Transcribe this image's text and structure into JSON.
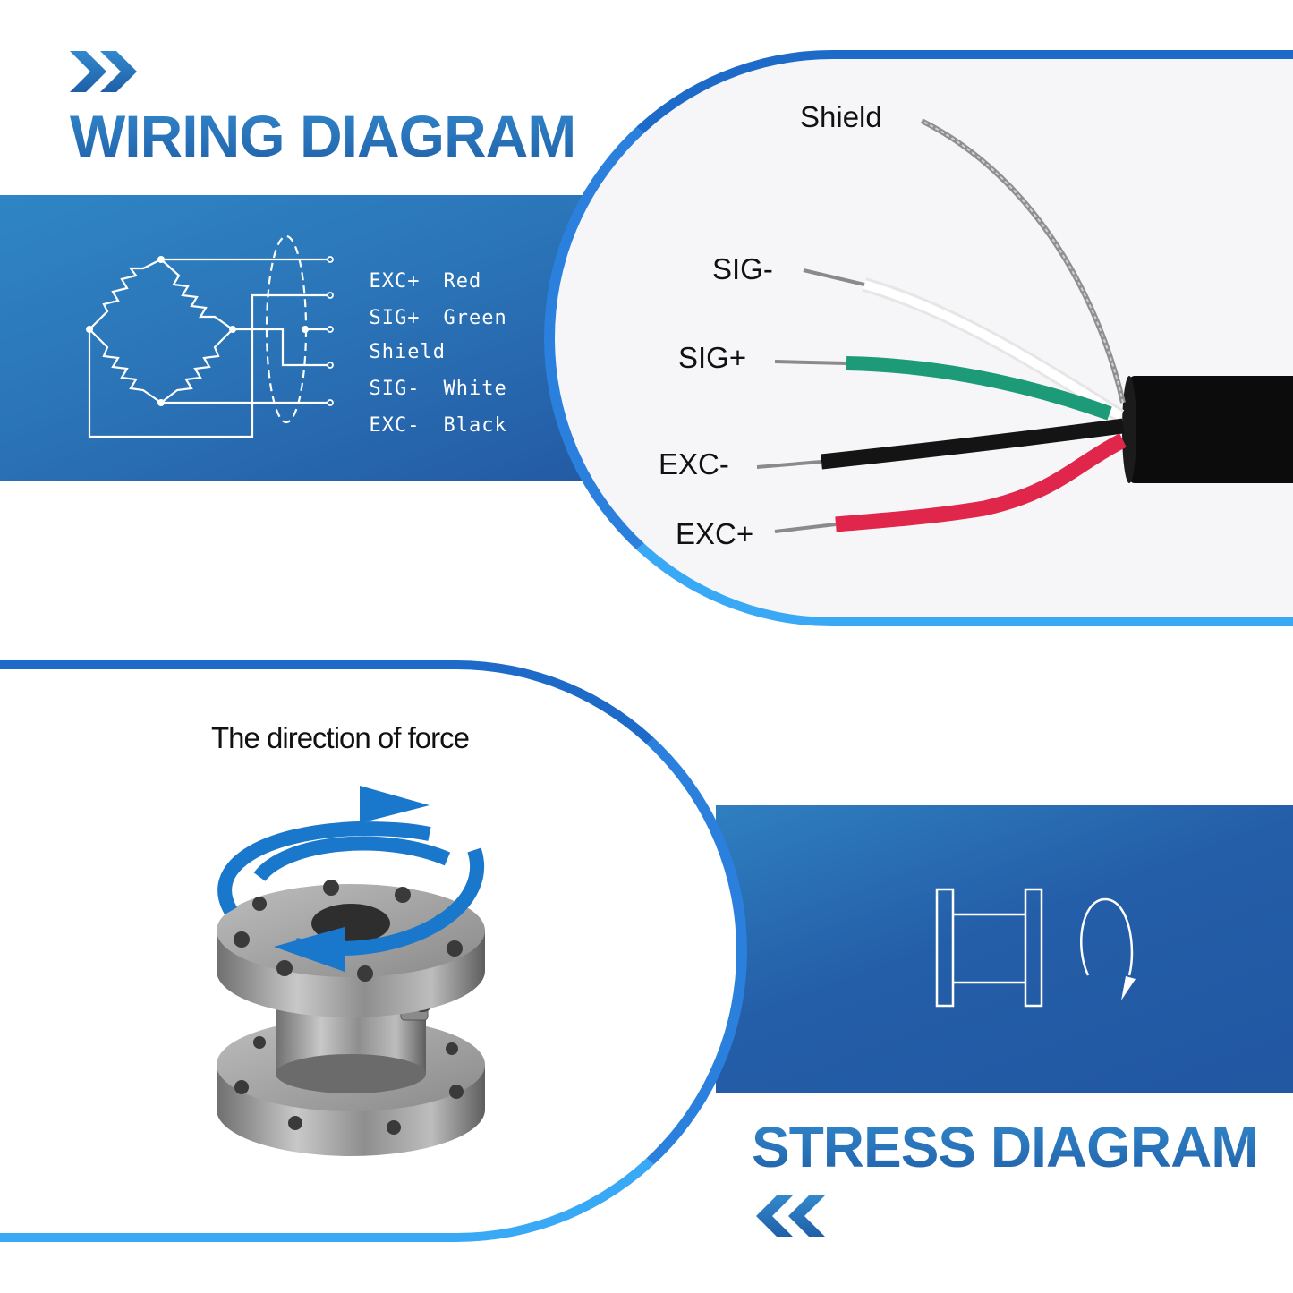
{
  "wiring": {
    "title": "WIRING DIAGRAM",
    "schematic": {
      "rows": [
        {
          "signal": "EXC+",
          "color": "Red"
        },
        {
          "signal": "SIG+",
          "color": "Green"
        },
        {
          "signal": "Shield",
          "color": ""
        },
        {
          "signal": "SIG-",
          "color": "White"
        },
        {
          "signal": "EXC-",
          "color": "Black"
        }
      ]
    },
    "cable_labels": {
      "shield": "Shield",
      "sig_minus": "SIG-",
      "sig_plus": "SIG+",
      "exc_minus": "EXC-",
      "exc_plus": "EXC+"
    },
    "wire_colors": {
      "shield": "#9a9a9a",
      "sig_minus": "#f4f4f4",
      "sig_plus": "#1d9a78",
      "exc_minus": "#141414",
      "exc_plus": "#e0264a",
      "jacket": "#0c0c0c"
    }
  },
  "stress": {
    "title": "STRESS DIAGRAM",
    "caption": "The direction of force"
  },
  "colors": {
    "brand_blue": "#2a72b8",
    "frame_dark": "#1e6ac8",
    "frame_light": "#3aa9f5",
    "band_blue": "#2a6fb4",
    "arrow_blue": "#1a78cc"
  }
}
